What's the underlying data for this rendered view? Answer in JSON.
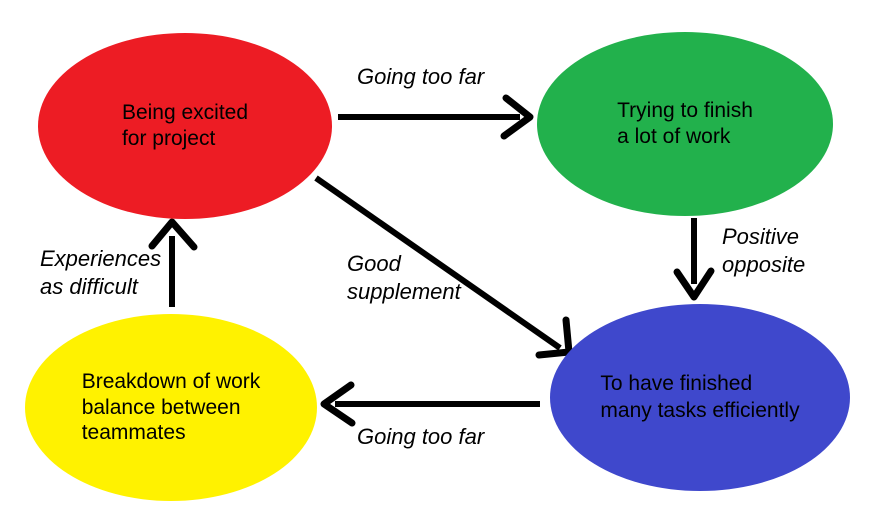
{
  "diagram": {
    "background": "#ffffff",
    "arrow_color": "#000000",
    "text_color": "#000000",
    "nodes": {
      "excited": {
        "label": "Being excited\nfor project",
        "color": "#ed1c24"
      },
      "trying": {
        "label": "Trying to finish\na lot of work",
        "color": "#22b14c"
      },
      "finished": {
        "label": "To have finished\nmany tasks efficiently",
        "color": "#3f48cc"
      },
      "breakdown": {
        "label": "Breakdown of work\nbalance between\nteammates",
        "color": "#fff200"
      }
    },
    "edges": {
      "excited_to_trying": {
        "label": "Going too far",
        "direction": "right"
      },
      "trying_to_finished": {
        "label": "Positive\nopposite",
        "direction": "down"
      },
      "excited_to_finished": {
        "label": "Good\nsupplement",
        "direction": "diagonal-down-right"
      },
      "finished_to_breakdown": {
        "label": "Going too far",
        "direction": "left"
      },
      "breakdown_to_excited": {
        "label": "Experiences\nas difficult",
        "direction": "up"
      }
    }
  }
}
